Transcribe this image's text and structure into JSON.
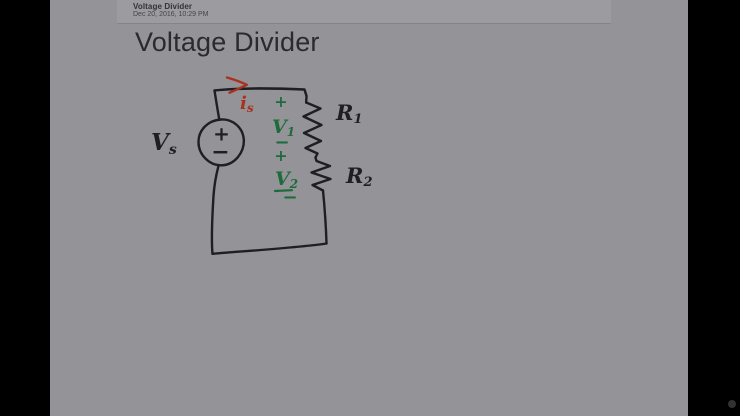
{
  "colors": {
    "bg": "#949397",
    "headerBg": "#9c9b9f",
    "headerBorder": "#85848a",
    "headerTitle": "#333236",
    "headerDate": "#454449",
    "title": "#2b2a2d",
    "ink": "#1f1e20",
    "red": "#a8321f",
    "green": "#1d6b3c",
    "dot": "#6f6e75"
  },
  "note_header": {
    "title": "Voltage Divider",
    "date": "Dec 20, 2016, 10:29 PM"
  },
  "page": {
    "title": "Voltage Divider"
  },
  "circuit": {
    "source": {
      "base": "V",
      "sub": "s"
    },
    "current": {
      "base": "i",
      "sub": "s"
    },
    "r1": {
      "base": "R",
      "sub": "1"
    },
    "r2": {
      "base": "R",
      "sub": "2"
    },
    "v1": {
      "base": "V",
      "sub": "1"
    },
    "v2": {
      "base": "V",
      "sub": "2"
    },
    "marks": {
      "plus": "+",
      "minus": "−"
    }
  }
}
